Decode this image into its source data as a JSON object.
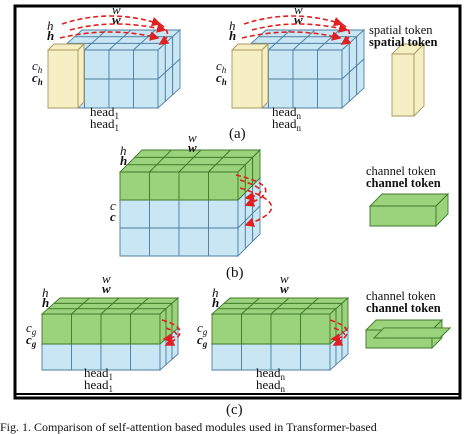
{
  "figure": {
    "colors": {
      "blue": "#c8e6f4",
      "blue_edge": "#4f7fa0",
      "green": "#9bd27c",
      "green_edge": "#3f7a2a",
      "yellow": "#f6efc4",
      "yellow_edge": "#a89860",
      "arrow": "#e02020"
    },
    "panel_a": {
      "w_label": "w",
      "w_label_bold": "w",
      "h_label": "h",
      "h_label_bold": "h",
      "ch_label": "c",
      "ch_sub": "h",
      "head1": "head",
      "head1_sub": "1",
      "headn": "head",
      "headn_sub": "n",
      "spatial_token": "spatial token",
      "spatial_token_bold": "spatial token",
      "tag": "(a)"
    },
    "panel_b": {
      "w_label": "w",
      "h_label": "h",
      "c_label": "c",
      "channel_token": "channel token",
      "channel_token_bold": "channel token",
      "tag": "(b)"
    },
    "panel_c": {
      "w_label": "w",
      "h_label": "h",
      "cg_label": "c",
      "cg_sub": "g",
      "head1": "head",
      "head1_sub": "1",
      "headn": "head",
      "headn_sub": "n",
      "channel_token": "channel token",
      "channel_token_bold": "channel token",
      "tag": "(c)"
    },
    "caption": "Fig. 1.  Comparison of self-attention based modules used in Transformer-based"
  }
}
